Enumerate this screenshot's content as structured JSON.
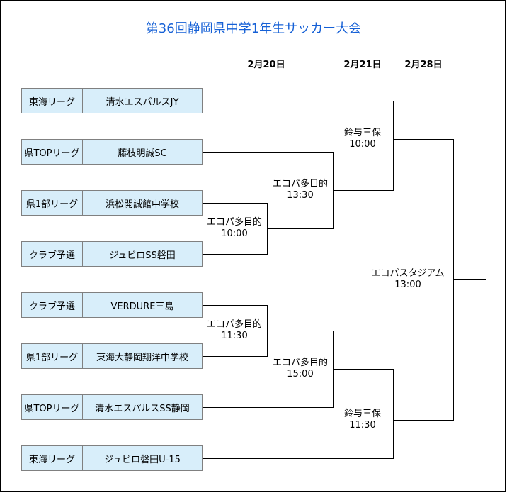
{
  "title": "第36回静岡県中学1年生サッカー大会",
  "dates": [
    "2月20日",
    "2月21日",
    "2月28日"
  ],
  "teams": [
    {
      "league": "東海リーグ",
      "name": "清水エスパルスJY"
    },
    {
      "league": "県TOPリーグ",
      "name": "藤枝明誠SC"
    },
    {
      "league": "県1部リーグ",
      "name": "浜松開誠館中学校"
    },
    {
      "league": "クラブ予選",
      "name": "ジュビロSS磐田"
    },
    {
      "league": "クラブ予選",
      "name": "VERDURE三島"
    },
    {
      "league": "県1部リーグ",
      "name": "東海大静岡翔洋中学校"
    },
    {
      "league": "県TOPリーグ",
      "name": "清水エスパルスSS静岡"
    },
    {
      "league": "東海リーグ",
      "name": "ジュビロ磐田U-15"
    }
  ],
  "matches": {
    "r1a": {
      "venue": "エコパ多目的",
      "time": "10:00"
    },
    "r1b": {
      "venue": "エコパ多目的",
      "time": "11:30"
    },
    "r2a": {
      "venue": "エコパ多目的",
      "time": "13:30"
    },
    "r2b": {
      "venue": "エコパ多目的",
      "time": "15:00"
    },
    "sfa": {
      "venue": "鈴与三保",
      "time": "10:00"
    },
    "sfb": {
      "venue": "鈴与三保",
      "time": "11:30"
    },
    "final": {
      "venue": "エコパスタジアム",
      "time": "13:00"
    }
  }
}
